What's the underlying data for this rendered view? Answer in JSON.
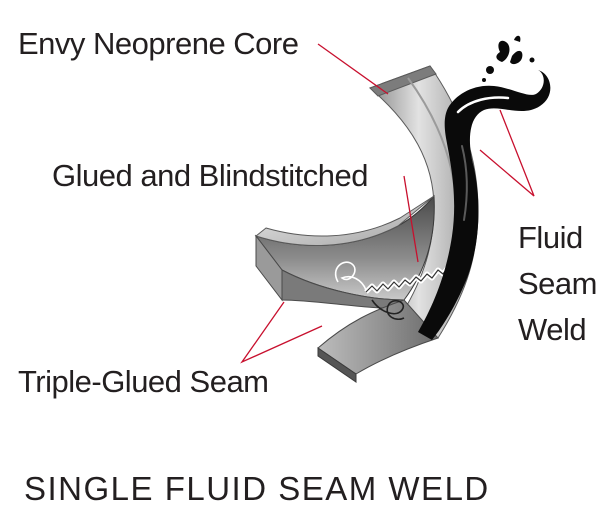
{
  "labels": {
    "core": "Envy Neoprene Core",
    "stitch": "Glued and Blindstitched",
    "fluid_line1": "Fluid",
    "fluid_line2": "Seam",
    "fluid_line3": "Weld",
    "triple": "Triple-Glued Seam"
  },
  "caption": "SINGLE FLUID SEAM WELD",
  "colors": {
    "leader": "#c8102e",
    "text": "#231f20",
    "neoprene_light": "#d6d6d6",
    "neoprene_dark": "#6e6e6e",
    "weld": "#0a0a0a"
  },
  "icons": [
    "weld-droplet-icon"
  ]
}
